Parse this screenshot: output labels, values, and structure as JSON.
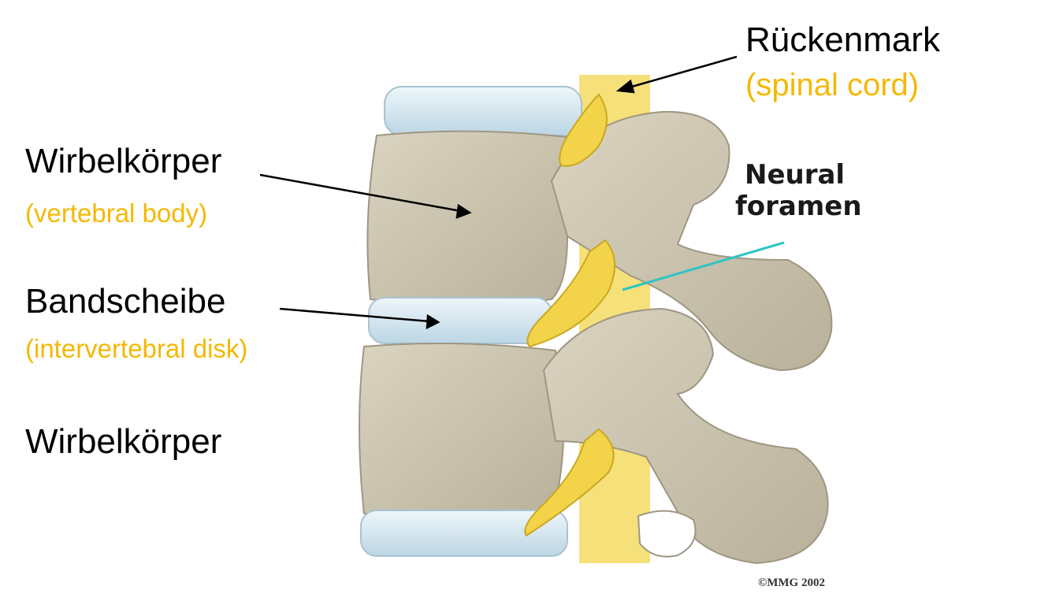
{
  "labels": {
    "spinal_cord_de": "Rückenmark",
    "spinal_cord_en": "(spinal cord)",
    "vertebral_body_de": "Wirbelkörper",
    "vertebral_body_en": "(vertebral body)",
    "disk_de": "Bandscheibe",
    "disk_en": "(intervertebral disk)",
    "vertebral_body2_de": "Wirbelkörper",
    "neural_foramen_line1": "Neural",
    "neural_foramen_line2": "foramen"
  },
  "copyright": "©MMG 2002",
  "colors": {
    "bone": "#cfc8b4",
    "disk": "#dcebf3",
    "nerve": "#f3d34a",
    "english_label": "#f5b800",
    "pointer_teal": "#2ec4c4"
  }
}
